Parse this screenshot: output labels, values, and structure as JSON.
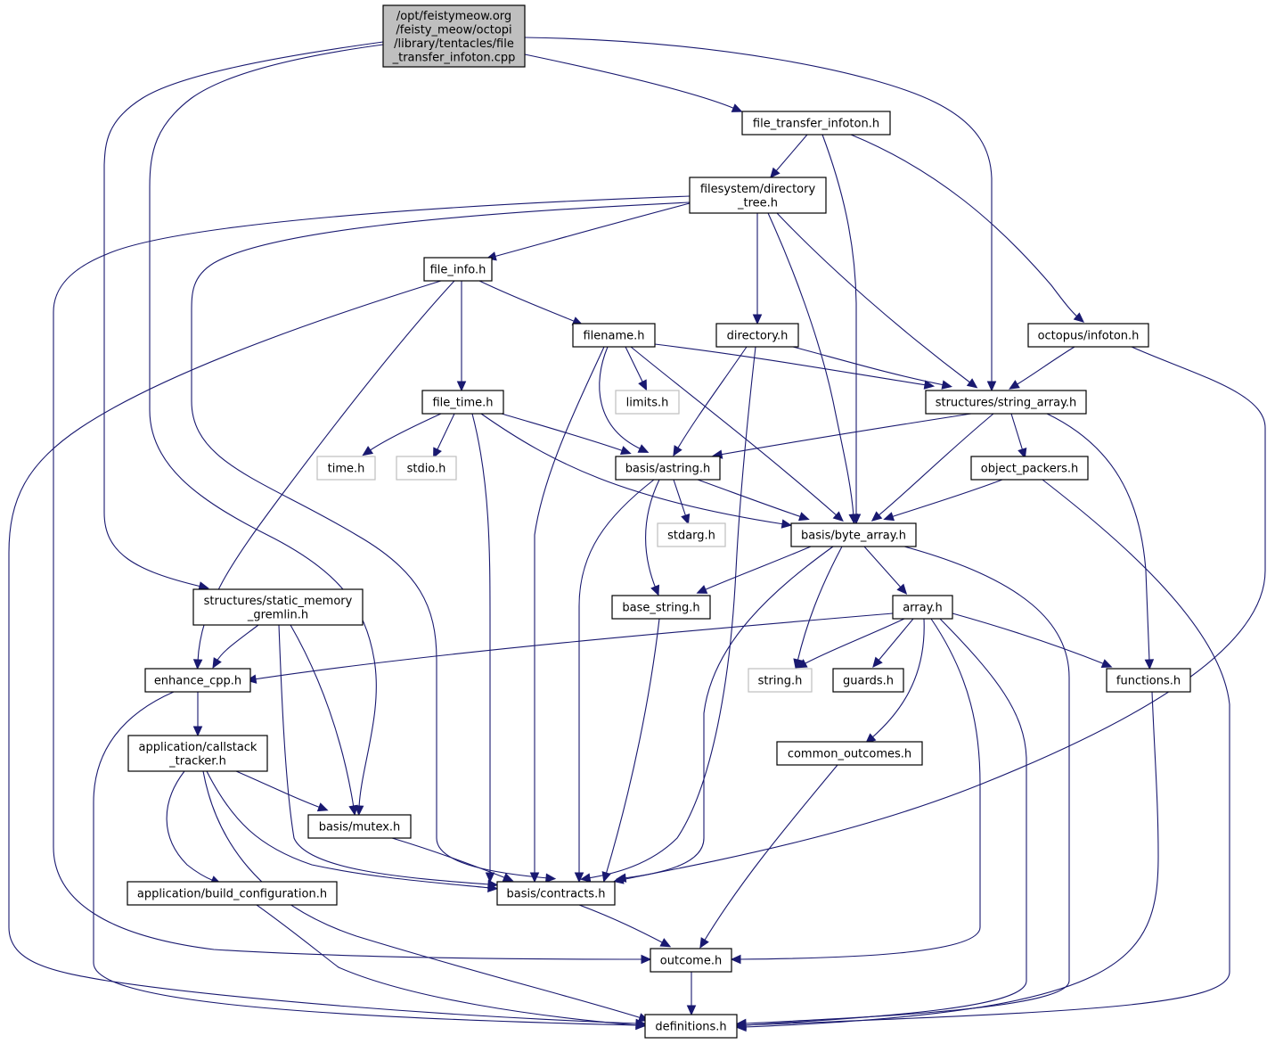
{
  "diagram": {
    "type": "include-dependency-graph",
    "colors": {
      "edge": "#191970",
      "root_fill": "#bfbfbf",
      "node_border": "#000000",
      "system_node_border": "#bfbfbf",
      "background": "#ffffff"
    },
    "nodes": [
      {
        "id": "root",
        "lines": [
          "/opt/feistymeow.org",
          "/feisty_meow/octopi",
          "/library/tentacles/file",
          "_transfer_infoton.cpp"
        ],
        "kind": "root"
      },
      {
        "id": "file_transfer_infoton_h",
        "lines": [
          "file_transfer_infoton.h"
        ],
        "kind": "local"
      },
      {
        "id": "directory_tree_h",
        "lines": [
          "filesystem/directory",
          "_tree.h"
        ],
        "kind": "local"
      },
      {
        "id": "file_info_h",
        "lines": [
          "file_info.h"
        ],
        "kind": "local"
      },
      {
        "id": "filename_h",
        "lines": [
          "filename.h"
        ],
        "kind": "local"
      },
      {
        "id": "directory_h",
        "lines": [
          "directory.h"
        ],
        "kind": "local"
      },
      {
        "id": "octopus_infoton_h",
        "lines": [
          "octopus/infoton.h"
        ],
        "kind": "local"
      },
      {
        "id": "limits_h",
        "lines": [
          "limits.h"
        ],
        "kind": "system"
      },
      {
        "id": "file_time_h",
        "lines": [
          "file_time.h"
        ],
        "kind": "local"
      },
      {
        "id": "string_array_h",
        "lines": [
          "structures/string_array.h"
        ],
        "kind": "local"
      },
      {
        "id": "time_h",
        "lines": [
          "time.h"
        ],
        "kind": "system"
      },
      {
        "id": "stdio_h",
        "lines": [
          "stdio.h"
        ],
        "kind": "system"
      },
      {
        "id": "astring_h",
        "lines": [
          "basis/astring.h"
        ],
        "kind": "local"
      },
      {
        "id": "object_packers_h",
        "lines": [
          "object_packers.h"
        ],
        "kind": "local"
      },
      {
        "id": "stdarg_h",
        "lines": [
          "stdarg.h"
        ],
        "kind": "system"
      },
      {
        "id": "byte_array_h",
        "lines": [
          "basis/byte_array.h"
        ],
        "kind": "local"
      },
      {
        "id": "static_memory_gremlin_h",
        "lines": [
          "structures/static_memory",
          "_gremlin.h"
        ],
        "kind": "local"
      },
      {
        "id": "base_string_h",
        "lines": [
          "base_string.h"
        ],
        "kind": "local"
      },
      {
        "id": "array_h",
        "lines": [
          "array.h"
        ],
        "kind": "local"
      },
      {
        "id": "enhance_cpp_h",
        "lines": [
          "enhance_cpp.h"
        ],
        "kind": "local"
      },
      {
        "id": "string_h",
        "lines": [
          "string.h"
        ],
        "kind": "system"
      },
      {
        "id": "guards_h",
        "lines": [
          "guards.h"
        ],
        "kind": "local"
      },
      {
        "id": "functions_h",
        "lines": [
          "functions.h"
        ],
        "kind": "local"
      },
      {
        "id": "callstack_tracker_h",
        "lines": [
          "application/callstack",
          "_tracker.h"
        ],
        "kind": "local"
      },
      {
        "id": "common_outcomes_h",
        "lines": [
          "common_outcomes.h"
        ],
        "kind": "local"
      },
      {
        "id": "mutex_h",
        "lines": [
          "basis/mutex.h"
        ],
        "kind": "local"
      },
      {
        "id": "build_configuration_h",
        "lines": [
          "application/build_configuration.h"
        ],
        "kind": "local"
      },
      {
        "id": "contracts_h",
        "lines": [
          "basis/contracts.h"
        ],
        "kind": "local"
      },
      {
        "id": "outcome_h",
        "lines": [
          "outcome.h"
        ],
        "kind": "local"
      },
      {
        "id": "definitions_h",
        "lines": [
          "definitions.h"
        ],
        "kind": "local"
      }
    ],
    "edges": [
      [
        "root",
        "file_transfer_infoton_h"
      ],
      [
        "root",
        "string_array_h"
      ],
      [
        "root",
        "static_memory_gremlin_h"
      ],
      [
        "root",
        "mutex_h"
      ],
      [
        "file_transfer_infoton_h",
        "directory_tree_h"
      ],
      [
        "file_transfer_infoton_h",
        "byte_array_h"
      ],
      [
        "file_transfer_infoton_h",
        "octopus_infoton_h"
      ],
      [
        "directory_tree_h",
        "file_info_h"
      ],
      [
        "directory_tree_h",
        "directory_h"
      ],
      [
        "directory_tree_h",
        "string_array_h"
      ],
      [
        "directory_tree_h",
        "byte_array_h"
      ],
      [
        "directory_tree_h",
        "contracts_h"
      ],
      [
        "directory_tree_h",
        "outcome_h"
      ],
      [
        "file_info_h",
        "filename_h"
      ],
      [
        "file_info_h",
        "file_time_h"
      ],
      [
        "file_info_h",
        "enhance_cpp_h"
      ],
      [
        "file_info_h",
        "definitions_h"
      ],
      [
        "filename_h",
        "limits_h"
      ],
      [
        "filename_h",
        "astring_h"
      ],
      [
        "filename_h",
        "string_array_h"
      ],
      [
        "filename_h",
        "byte_array_h"
      ],
      [
        "filename_h",
        "contracts_h"
      ],
      [
        "directory_h",
        "astring_h"
      ],
      [
        "directory_h",
        "string_array_h"
      ],
      [
        "directory_h",
        "contracts_h"
      ],
      [
        "octopus_infoton_h",
        "string_array_h"
      ],
      [
        "octopus_infoton_h",
        "contracts_h"
      ],
      [
        "file_time_h",
        "time_h"
      ],
      [
        "file_time_h",
        "stdio_h"
      ],
      [
        "file_time_h",
        "astring_h"
      ],
      [
        "file_time_h",
        "byte_array_h"
      ],
      [
        "file_time_h",
        "contracts_h"
      ],
      [
        "string_array_h",
        "astring_h"
      ],
      [
        "string_array_h",
        "object_packers_h"
      ],
      [
        "string_array_h",
        "byte_array_h"
      ],
      [
        "string_array_h",
        "functions_h"
      ],
      [
        "astring_h",
        "stdarg_h"
      ],
      [
        "astring_h",
        "byte_array_h"
      ],
      [
        "astring_h",
        "base_string_h"
      ],
      [
        "astring_h",
        "contracts_h"
      ],
      [
        "object_packers_h",
        "byte_array_h"
      ],
      [
        "object_packers_h",
        "definitions_h"
      ],
      [
        "byte_array_h",
        "base_string_h"
      ],
      [
        "byte_array_h",
        "array_h"
      ],
      [
        "byte_array_h",
        "string_h"
      ],
      [
        "byte_array_h",
        "contracts_h"
      ],
      [
        "byte_array_h",
        "definitions_h"
      ],
      [
        "static_memory_gremlin_h",
        "enhance_cpp_h"
      ],
      [
        "static_memory_gremlin_h",
        "mutex_h"
      ],
      [
        "static_memory_gremlin_h",
        "contracts_h"
      ],
      [
        "base_string_h",
        "contracts_h"
      ],
      [
        "array_h",
        "enhance_cpp_h"
      ],
      [
        "array_h",
        "string_h"
      ],
      [
        "array_h",
        "guards_h"
      ],
      [
        "array_h",
        "functions_h"
      ],
      [
        "array_h",
        "common_outcomes_h"
      ],
      [
        "array_h",
        "outcome_h"
      ],
      [
        "array_h",
        "definitions_h"
      ],
      [
        "enhance_cpp_h",
        "callstack_tracker_h"
      ],
      [
        "enhance_cpp_h",
        "definitions_h"
      ],
      [
        "functions_h",
        "definitions_h"
      ],
      [
        "callstack_tracker_h",
        "mutex_h"
      ],
      [
        "callstack_tracker_h",
        "build_configuration_h"
      ],
      [
        "callstack_tracker_h",
        "contracts_h"
      ],
      [
        "callstack_tracker_h",
        "definitions_h"
      ],
      [
        "common_outcomes_h",
        "outcome_h"
      ],
      [
        "mutex_h",
        "contracts_h"
      ],
      [
        "build_configuration_h",
        "definitions_h"
      ],
      [
        "contracts_h",
        "outcome_h"
      ],
      [
        "outcome_h",
        "definitions_h"
      ]
    ]
  }
}
